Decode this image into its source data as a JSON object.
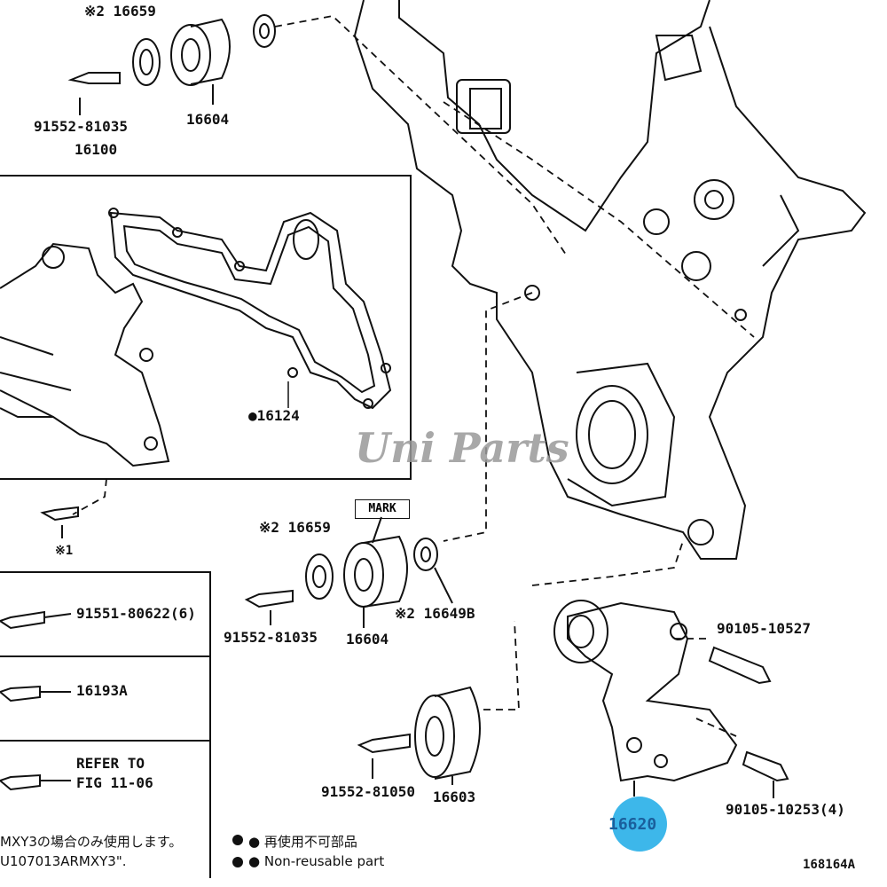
{
  "watermark": "Uni Parts",
  "parts": {
    "p16659_top": "※2 16659",
    "p16604_top": "16604",
    "p91552_81035_top": "91552-81035",
    "p16100": "16100",
    "p16124": "●16124",
    "p1": "※1",
    "p16659_mid": "※2 16659",
    "mark": "MARK",
    "p91552_81035_mid": "91552-81035",
    "p16604_mid": "16604",
    "p16649B": "※2 16649B",
    "p91551_80622": "91551-80622(6)",
    "p16193A": "16193A",
    "refer_line1": "REFER TO",
    "refer_line2": "FIG 11-06",
    "p90105_10527": "90105-10527",
    "p91552_81050": "91552-81050",
    "p16603": "16603",
    "p16620": "16620",
    "p90105_10253": "90105-10253(4)"
  },
  "notes": {
    "jp_left": "MXY3の場合のみ使用します。",
    "jp_left2": "U107013ARMXY3\".",
    "jp_right": "● 再使用不可部品",
    "en_right": "● Non-reusable part",
    "figure_id": "168164A"
  },
  "colors": {
    "highlight": "#3db7ea",
    "highlight_text": "#1a5f9c",
    "ink": "#111111",
    "watermark": "#9a9a9a"
  }
}
